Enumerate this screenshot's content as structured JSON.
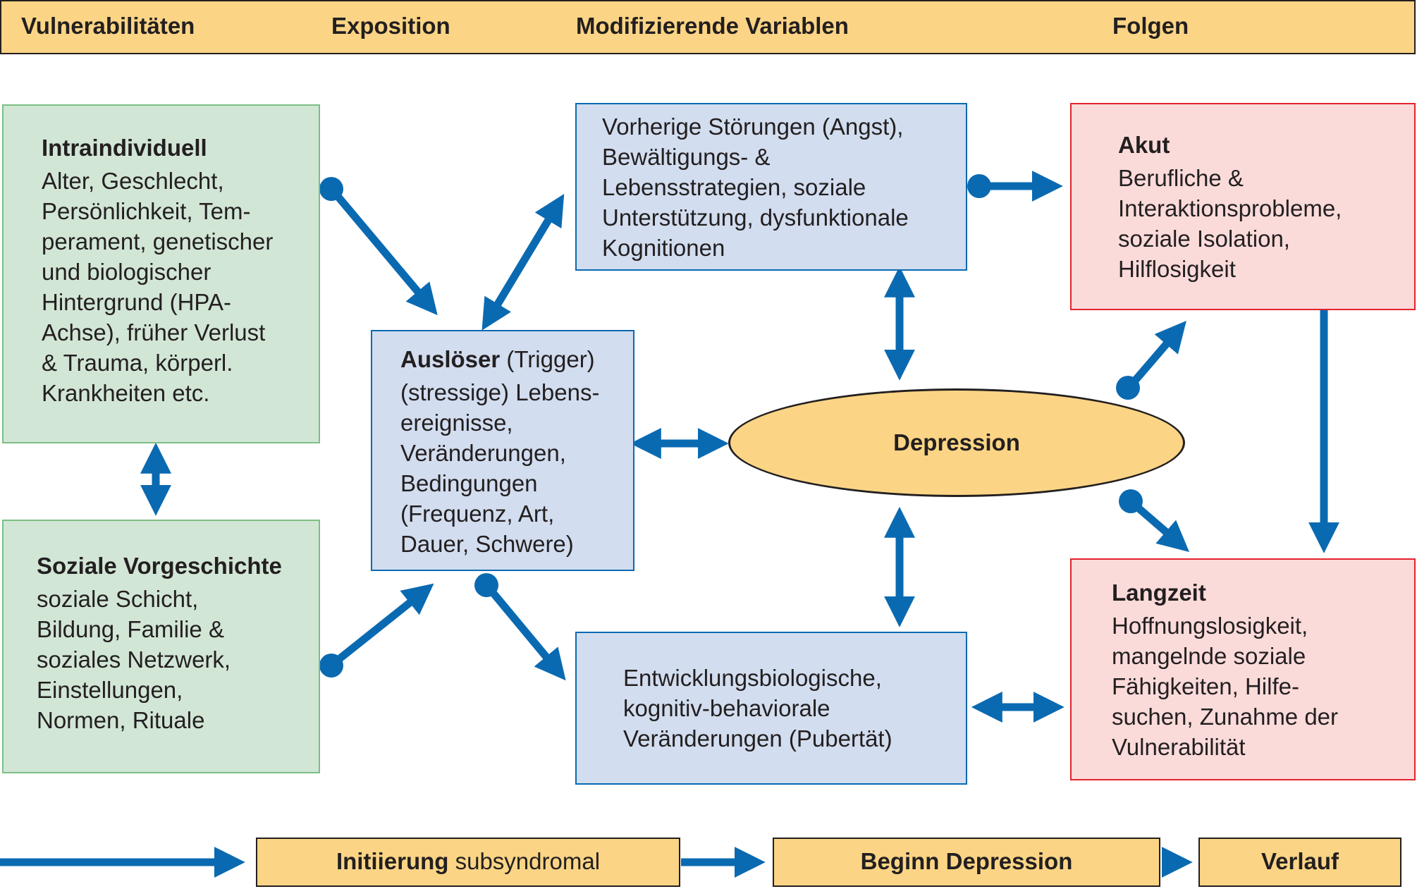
{
  "header": {
    "vulnerabilities": "Vulnerabilitäten",
    "exposure": "Exposition",
    "modifying": "Modifizierende Variablen",
    "consequences": "Folgen"
  },
  "intraindividual": {
    "title": "Intraindividuell",
    "text": "Alter, Geschlecht,\nPersönlichkeit, Tem-\nperament, genetischer\nund biologischer\nHintergrund (HPA-\nAchse), früher Verlust\n& Trauma, körperl.\nKrankheiten etc."
  },
  "social_history": {
    "title": "Soziale Vorgeschichte",
    "text": "soziale Schicht,\nBildung, Familie &\nsoziales Netzwerk,\nEinstellungen,\nNormen, Rituale"
  },
  "trigger": {
    "title": "Auslöser",
    "title_suffix": " (Trigger)",
    "text": "(stressige) Lebens-\nereignisse,\nVeränderungen,\nBedingungen\n(Frequenz, Art,\nDauer, Schwere)"
  },
  "prior_disorders": {
    "text": "Vorherige Störungen (Angst),\nBewältigungs- &\nLebensstrategien, soziale\nUnterstützung, dysfunktionale\nKognitionen"
  },
  "development": {
    "text": "Entwicklungsbiologische,\nkognitiv-behaviorale\nVeränderungen (Pubertät)"
  },
  "depression": {
    "label": "Depression"
  },
  "acute": {
    "title": "Akut",
    "text": "Berufliche &\nInteraktionsprobleme,\nsoziale Isolation,\nHilflosigkeit"
  },
  "long_term": {
    "title": "Langzeit",
    "text": "Hoffnungslosigkeit,\nmangelnde soziale\nFähigkeiten, Hilfe-\nsuchen, Zunahme der\nVulnerabilität"
  },
  "timeline": {
    "initiation_bold": "Initiierung",
    "initiation_rest": " subsyndromal",
    "onset": "Beginn Depression",
    "course": "Verlauf"
  },
  "colors": {
    "arrow": "#0a6ab1",
    "yellow": "#fbd585",
    "green_fill": "#d2e6d5",
    "blue_fill": "#d2ddef",
    "red_fill": "#fadbda"
  }
}
